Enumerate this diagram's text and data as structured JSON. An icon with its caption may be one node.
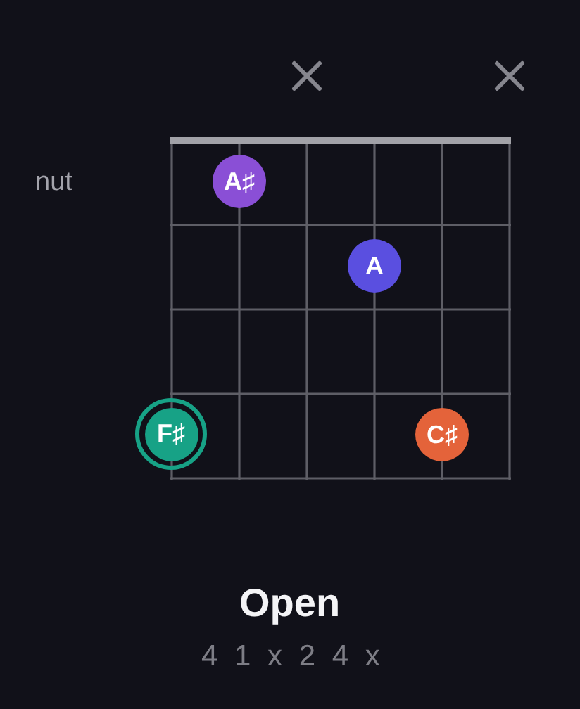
{
  "diagram": {
    "title": "Open",
    "caption": "4 1 x 2 4 x",
    "nodes": [
      {
        "text": [
          "A♯"
        ]
      },
      {
        "text": [
          "A"
        ]
      },
      {
        "text": [
          "F♯"
        ]
      },
      {
        "text": [
          "C♯"
        ]
      }
    ],
    "labels": [
      "nut"
    ]
  }
}
